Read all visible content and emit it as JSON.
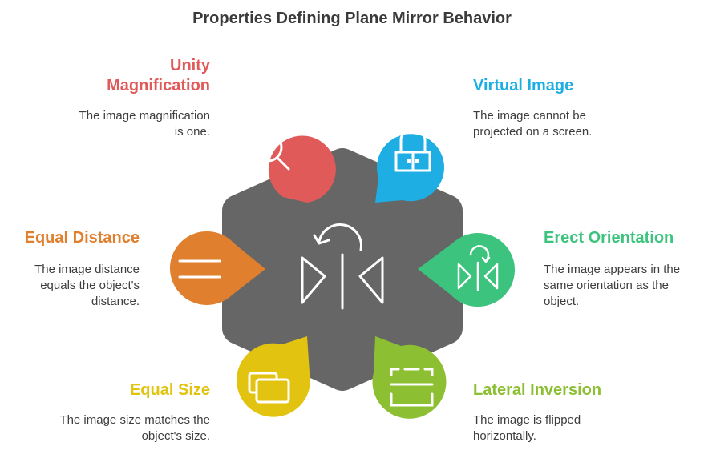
{
  "title": "Properties Defining Plane Mirror Behavior",
  "colors": {
    "center": "#666666",
    "unity": "#e15a5a",
    "virtual": "#1faee3",
    "distance": "#e07f2e",
    "erect": "#3cc37d",
    "size": "#e2c30f",
    "lateral": "#8cbf31"
  },
  "items": [
    {
      "key": "unity",
      "label_line1": "Unity",
      "label_line2": "Magnification",
      "desc": "The image magnification is one.",
      "icon": "zoom-out-icon"
    },
    {
      "key": "virtual",
      "label": "Virtual Image",
      "desc": "The image cannot be projected on a screen.",
      "icon": "cabinet-icon"
    },
    {
      "key": "distance",
      "label": "Equal Distance",
      "desc": "The image distance equals the object's distance.",
      "icon": "equals-icon"
    },
    {
      "key": "erect",
      "label": "Erect Orientation",
      "desc": "The image appears in the same orientation as the object.",
      "icon": "mirror-flip-icon"
    },
    {
      "key": "size",
      "label": "Equal Size",
      "desc": "The image size matches the object's size.",
      "icon": "duplicate-icon"
    },
    {
      "key": "lateral",
      "label": "Lateral Inversion",
      "desc": "The image is flipped horizontally.",
      "icon": "frame-icon"
    }
  ]
}
